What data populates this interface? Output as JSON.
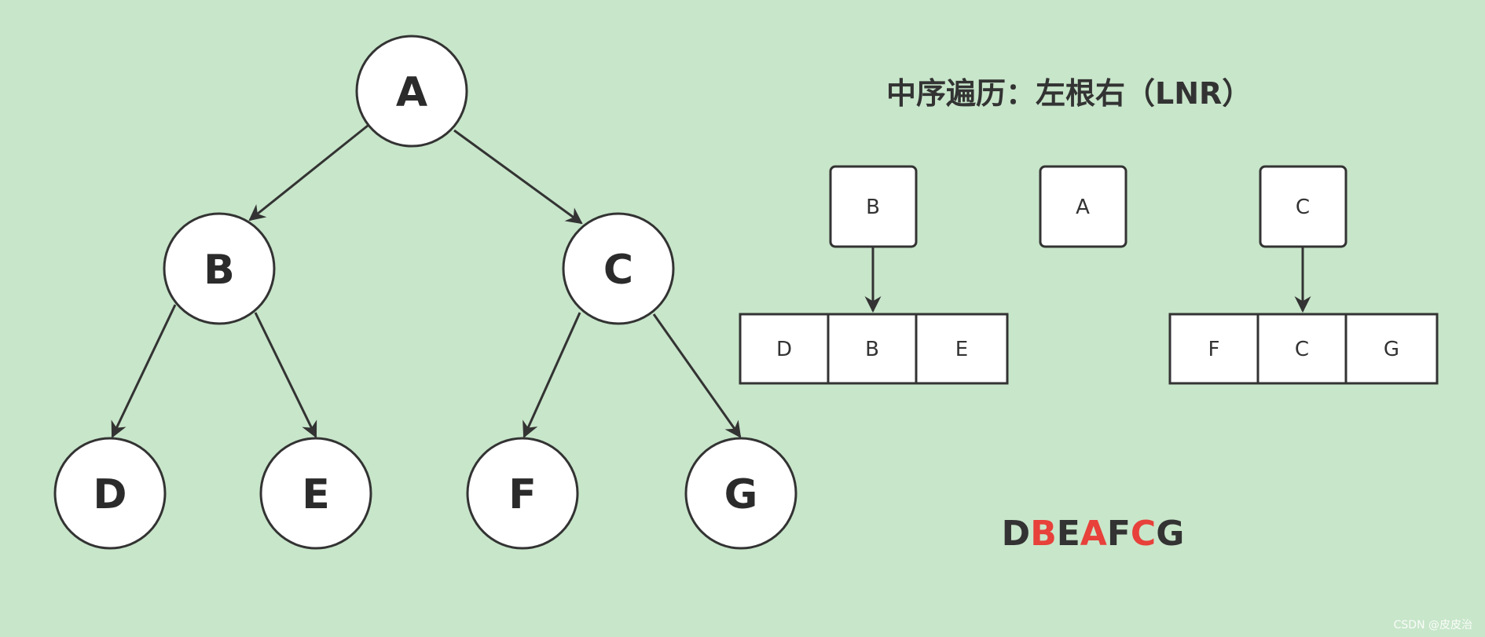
{
  "title": "中序遍历：左根右（LNR）",
  "tree": {
    "nodes": [
      {
        "id": "A",
        "label": "A"
      },
      {
        "id": "B",
        "label": "B"
      },
      {
        "id": "C",
        "label": "C"
      },
      {
        "id": "D",
        "label": "D"
      },
      {
        "id": "E",
        "label": "E"
      },
      {
        "id": "F",
        "label": "F"
      },
      {
        "id": "G",
        "label": "G"
      }
    ],
    "edges": [
      [
        "A",
        "B"
      ],
      [
        "A",
        "C"
      ],
      [
        "B",
        "D"
      ],
      [
        "B",
        "E"
      ],
      [
        "C",
        "F"
      ],
      [
        "C",
        "G"
      ]
    ]
  },
  "steps": {
    "left": {
      "root": "B",
      "cells": [
        "D",
        "B",
        "E"
      ]
    },
    "center": {
      "root": "A"
    },
    "right": {
      "root": "C",
      "cells": [
        "F",
        "C",
        "G"
      ]
    }
  },
  "result": {
    "letters": [
      "D",
      "B",
      "E",
      "A",
      "F",
      "C",
      "G"
    ],
    "highlighted": [
      "B",
      "A",
      "C"
    ],
    "highlight_color": "#e8403a",
    "normal_color": "#333333"
  },
  "watermark": "CSDN @皮皮治",
  "colors": {
    "background": "#c8e6ca",
    "stroke": "#333333"
  }
}
